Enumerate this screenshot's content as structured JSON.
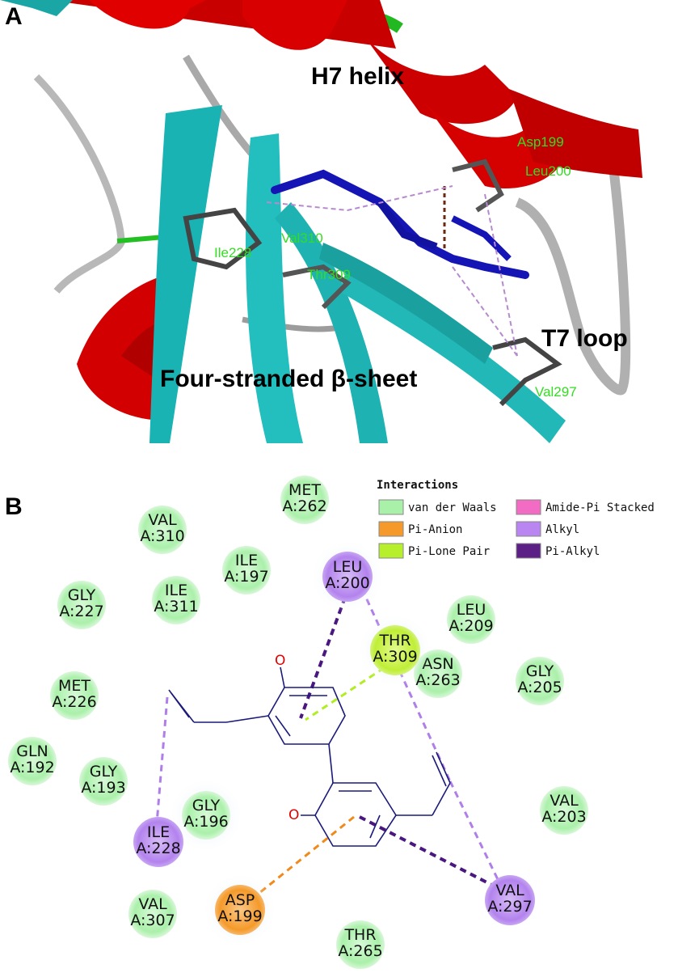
{
  "panels": {
    "a": {
      "letter": "A",
      "labels": {
        "h7_helix": "H7 helix",
        "t7_loop": "T7 loop",
        "beta_sheet": "Four-stranded β-sheet"
      },
      "residue_labels": [
        "Asp199",
        "Leu200",
        "Val310",
        "Ile228",
        "Thr309",
        "Val297"
      ]
    },
    "b": {
      "letter": "B",
      "legend": {
        "title": "Interactions",
        "items": [
          {
            "label": "van der Waals",
            "color": "#a9f0a9"
          },
          {
            "label": "Pi-Anion",
            "color": "#f59a2a"
          },
          {
            "label": "Pi-Lone Pair",
            "color": "#b8ef2c"
          },
          {
            "label": "Amide-Pi Stacked",
            "color": "#f26cc4"
          },
          {
            "label": "Alkyl",
            "color": "#b985f0"
          },
          {
            "label": "Pi-Alkyl",
            "color": "#5b1f86"
          }
        ]
      },
      "residues": [
        {
          "name": "MET",
          "id": "A:262",
          "type": "vdw"
        },
        {
          "name": "VAL",
          "id": "A:310",
          "type": "vdw"
        },
        {
          "name": "ILE",
          "id": "A:197",
          "type": "vdw"
        },
        {
          "name": "LEU",
          "id": "A:200",
          "type": "alkyl"
        },
        {
          "name": "GLY",
          "id": "A:227",
          "type": "vdw"
        },
        {
          "name": "ILE",
          "id": "A:311",
          "type": "vdw"
        },
        {
          "name": "LEU",
          "id": "A:209",
          "type": "vdw"
        },
        {
          "name": "THR",
          "id": "A:309",
          "type": "pilone"
        },
        {
          "name": "ASN",
          "id": "A:263",
          "type": "vdw"
        },
        {
          "name": "GLY",
          "id": "A:205",
          "type": "vdw"
        },
        {
          "name": "MET",
          "id": "A:226",
          "type": "vdw"
        },
        {
          "name": "GLN",
          "id": "A:192",
          "type": "vdw"
        },
        {
          "name": "GLY",
          "id": "A:193",
          "type": "vdw"
        },
        {
          "name": "GLY",
          "id": "A:196",
          "type": "vdw"
        },
        {
          "name": "ILE",
          "id": "A:228",
          "type": "alkyl"
        },
        {
          "name": "VAL",
          "id": "A:203",
          "type": "vdw"
        },
        {
          "name": "ASP",
          "id": "A:199",
          "type": "pianion"
        },
        {
          "name": "VAL",
          "id": "A:297",
          "type": "alkyl"
        },
        {
          "name": "VAL",
          "id": "A:307",
          "type": "vdw"
        },
        {
          "name": "THR",
          "id": "A:265",
          "type": "vdw"
        }
      ],
      "ligand_atoms": [
        "O",
        "O"
      ]
    }
  }
}
